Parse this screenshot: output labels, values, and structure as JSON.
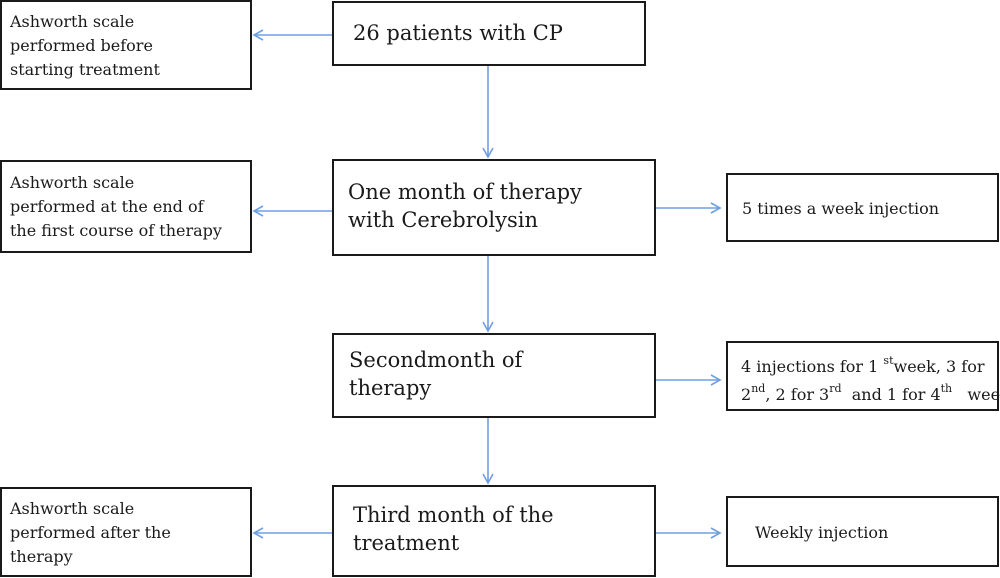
{
  "main_boxes": {
    "patients": "26 patients with CP",
    "month1": "One month of therapy\nwith Cerebrolysin",
    "month2": "Secondmonth of\ntherapy",
    "month3": "Third month of the\ntreatment"
  },
  "left_boxes": {
    "before": "Ashworth scale\nperformed before\nstarting treatment",
    "end_first": "Ashworth scale\nperformed at the end of\nthe first course of therapy",
    "after": "Ashworth scale\nperformed after the\ntherapy"
  },
  "right_boxes": {
    "week5": "5 times a week injection",
    "schedule": {
      "p1": "4 injections for 1 ",
      "s1": "st",
      "p2": "week, 3 for",
      "p3": "2",
      "s2": "nd",
      "p4": ", 2 for 3",
      "s3": "rd",
      "p5": "  and 1 for 4",
      "s4": "th",
      "p6": "   week"
    },
    "weekly": "Weekly injection"
  },
  "colors": {
    "arrow": "#6f9fe0",
    "border": "#1a1a1a"
  }
}
